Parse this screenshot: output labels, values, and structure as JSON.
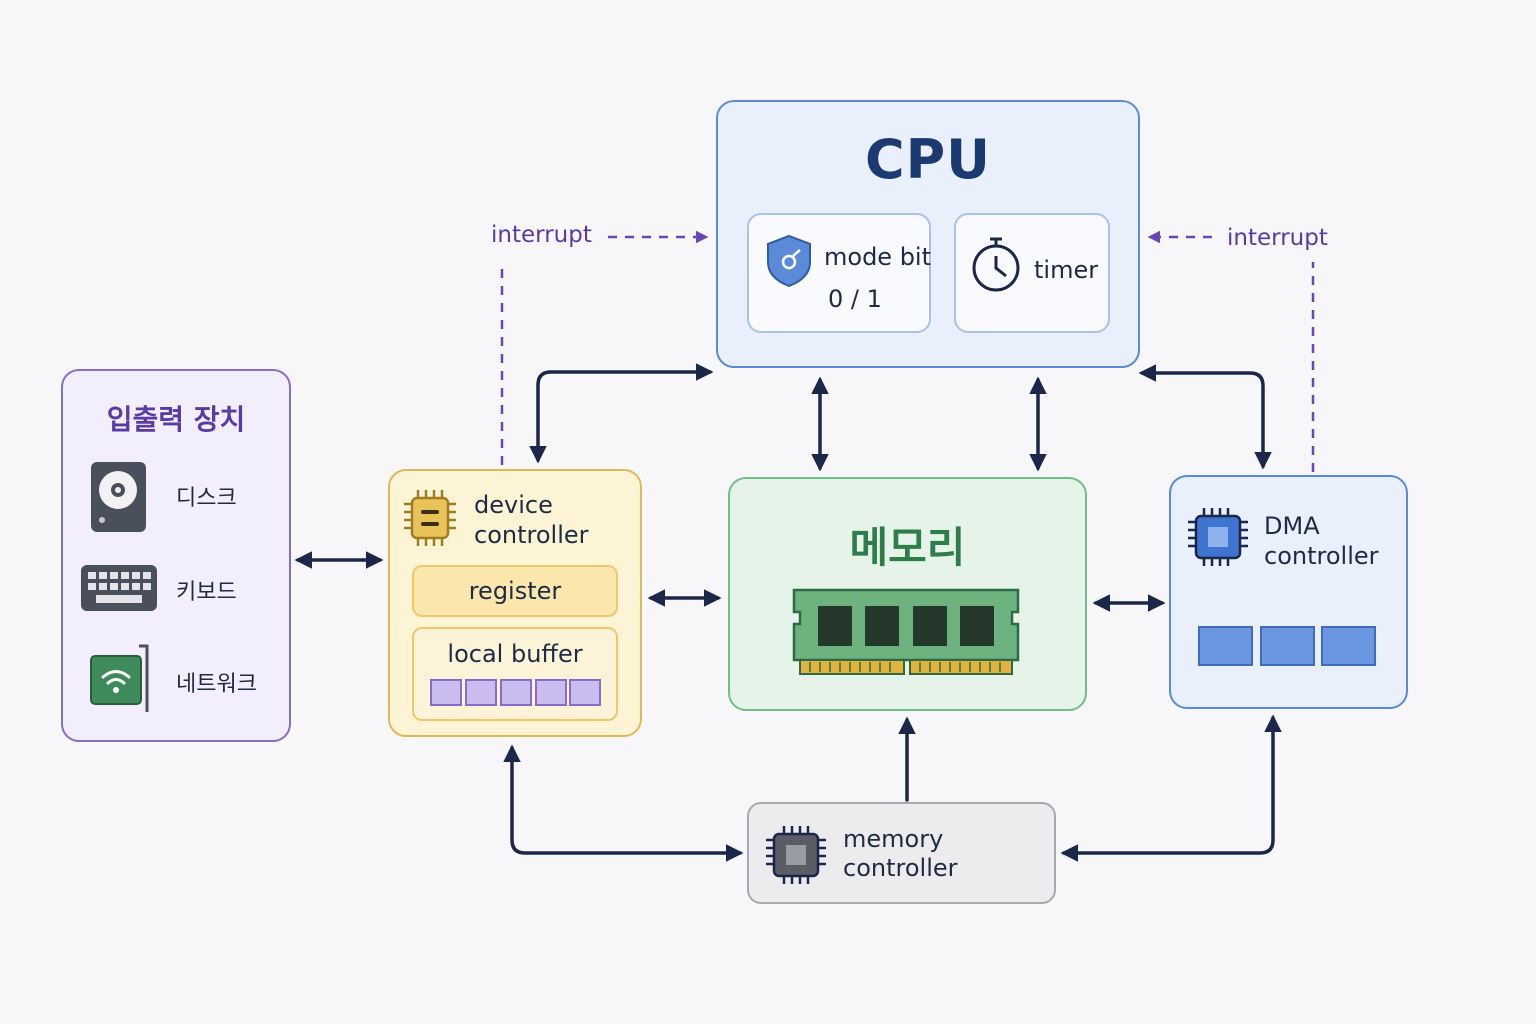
{
  "cpu": {
    "title": "CPU",
    "mode_bit": {
      "label": "mode bit",
      "value": "0 / 1"
    },
    "timer": {
      "label": "timer"
    }
  },
  "io_devices": {
    "title": "입출력 장치",
    "items": [
      {
        "label": "디스크",
        "icon": "disk-icon"
      },
      {
        "label": "키보드",
        "icon": "keyboard-icon"
      },
      {
        "label": "네트워크",
        "icon": "network-card-icon"
      }
    ]
  },
  "device_controller": {
    "label_line1": "device",
    "label_line2": "controller",
    "register_label": "register",
    "local_buffer_label": "local buffer",
    "buffer_cells": 5
  },
  "memory": {
    "title": "메모리",
    "chip_count": 4
  },
  "dma_controller": {
    "label_line1": "DMA",
    "label_line2": "controller",
    "buffer_cells": 3
  },
  "memory_controller": {
    "label_line1": "memory",
    "label_line2": "controller"
  },
  "interrupts": {
    "left_label": "interrupt",
    "right_label": "interrupt"
  },
  "colors": {
    "cpu": "#5b8ad6",
    "io": "#8a6bc8",
    "device_controller": "#e0b856",
    "memory": "#6fbf87",
    "memory_controller": "#a8a8b0",
    "arrow": "#1b2748",
    "interrupt": "#6a47b8"
  }
}
